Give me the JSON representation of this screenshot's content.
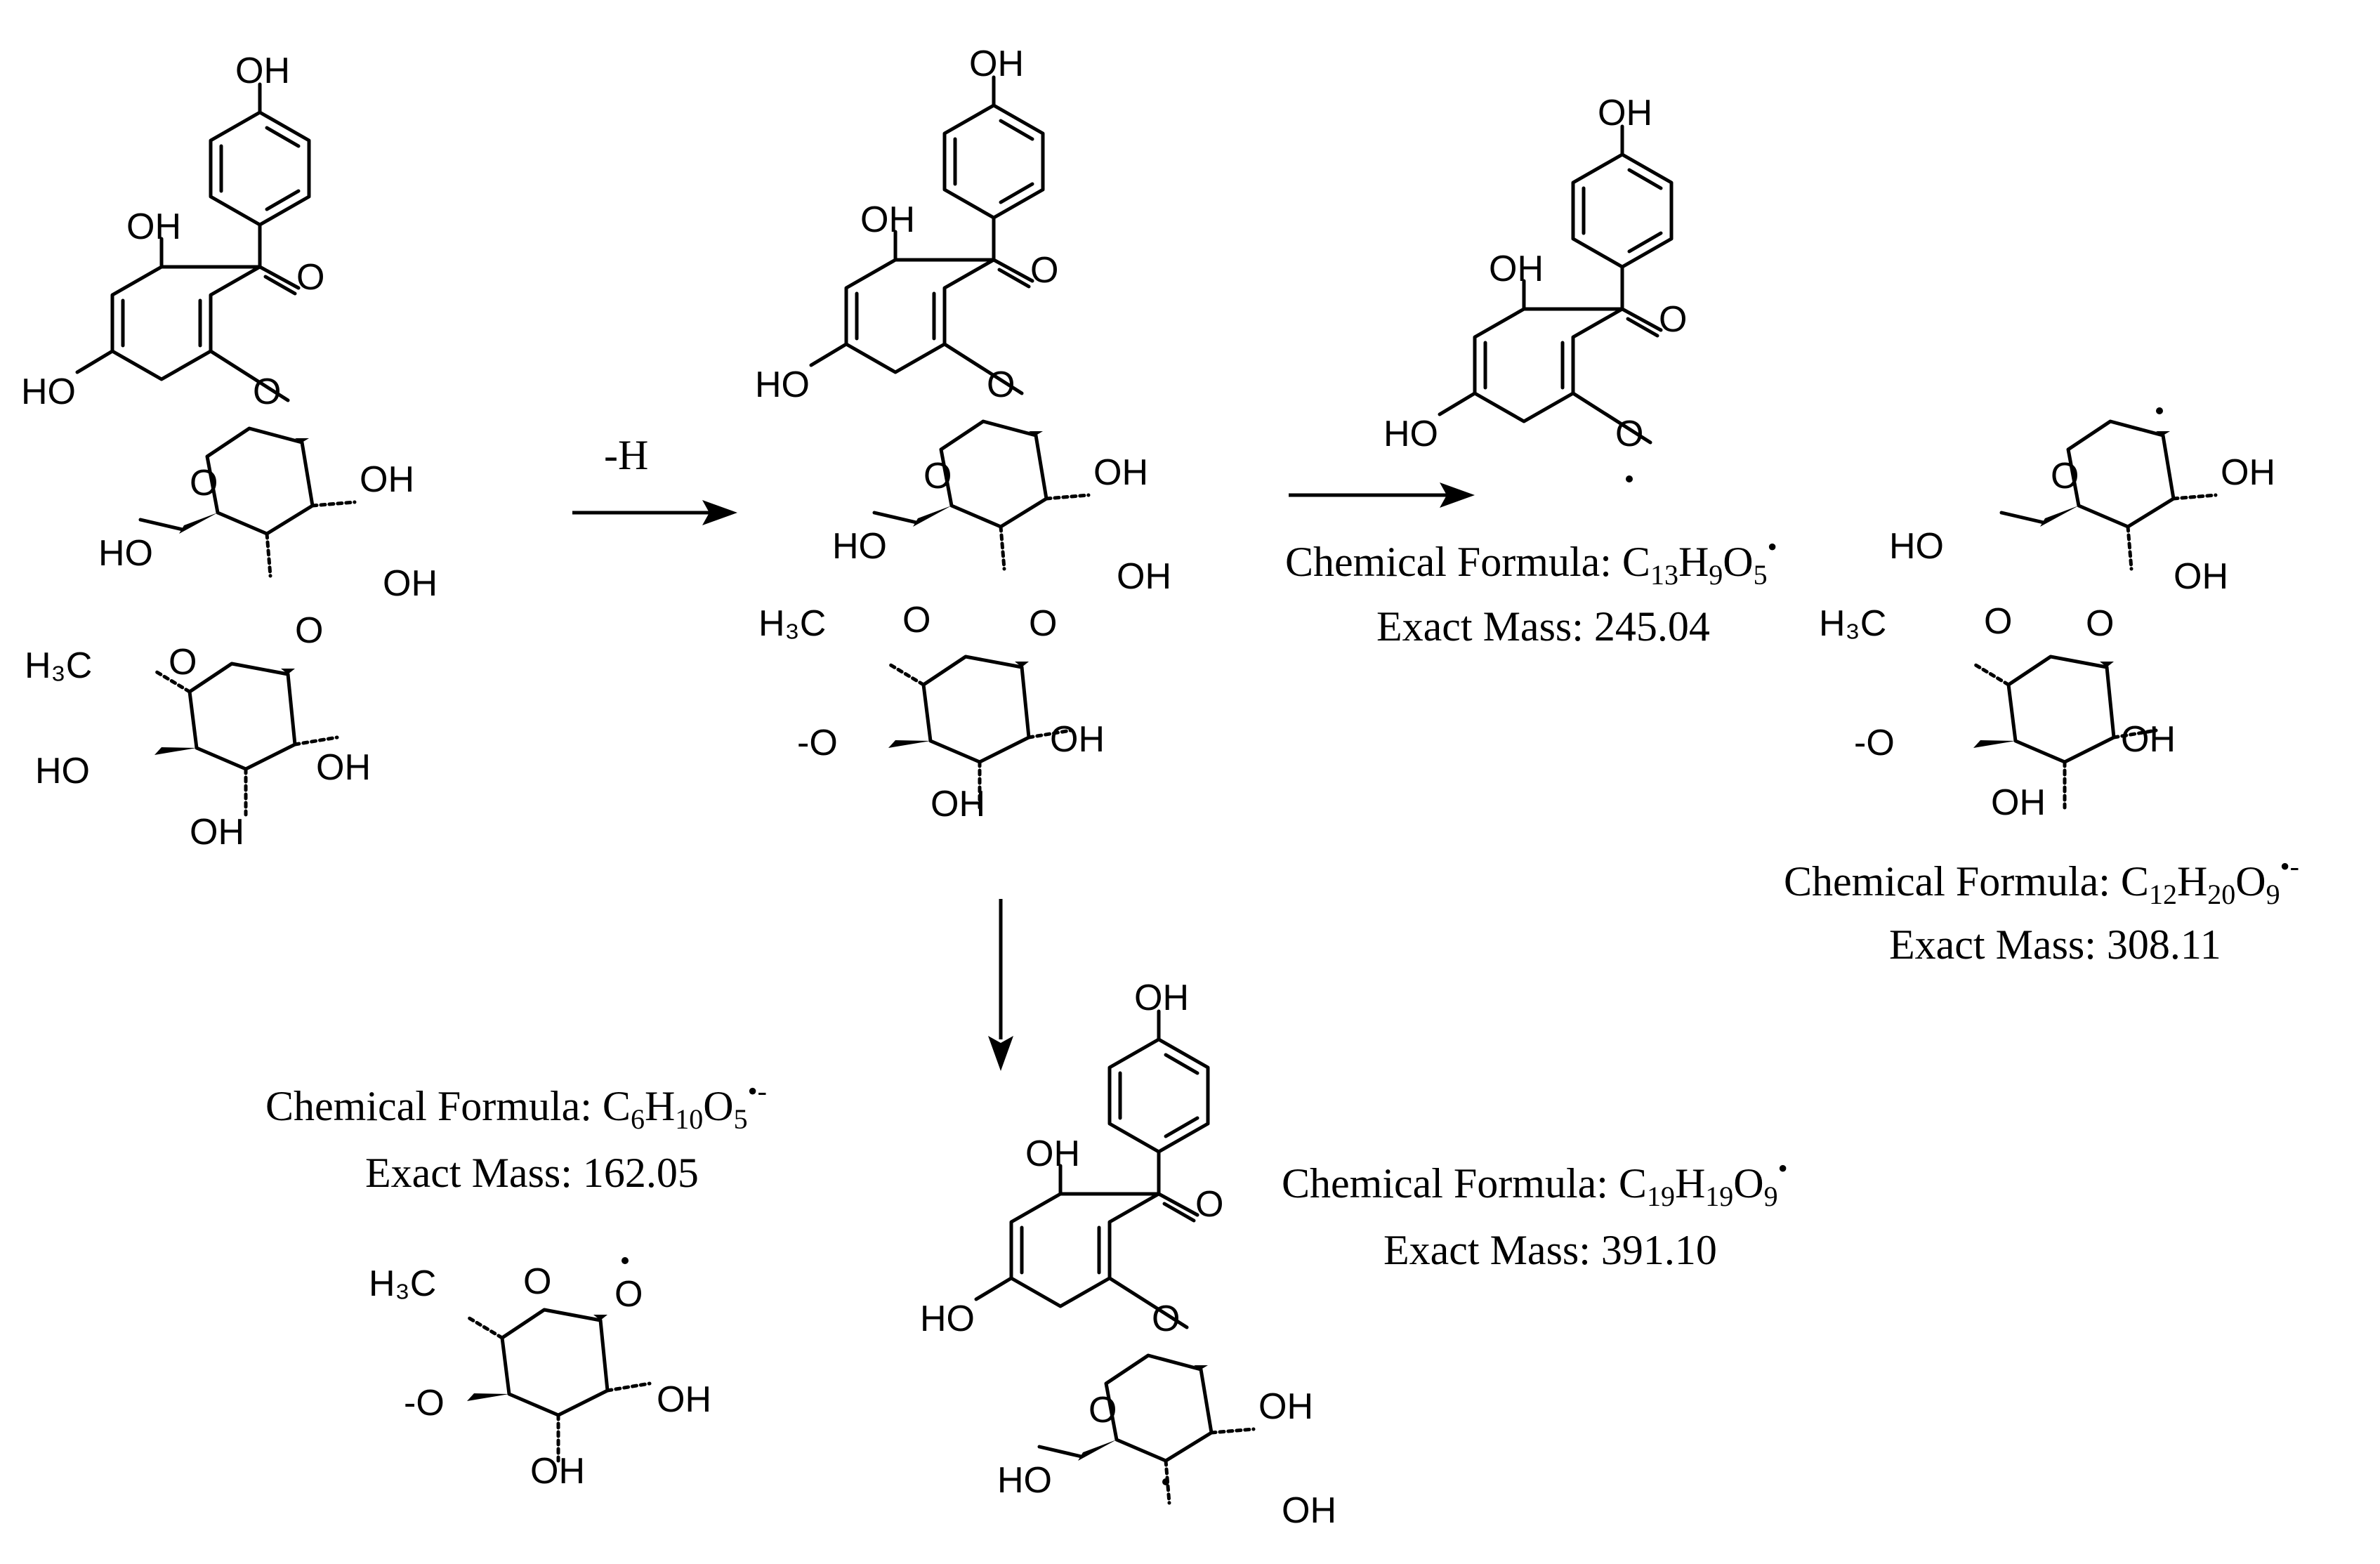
{
  "reaction": {
    "step_label": "-H"
  },
  "fragments": [
    {
      "formula_prefix": "Chemical Formula: ",
      "formula": [
        "C",
        "13",
        "H",
        "9",
        "O",
        "5"
      ],
      "charge": "•",
      "mass_label": "Exact Mass: 245.04"
    },
    {
      "formula_prefix": "Chemical Formula: ",
      "formula": [
        "C",
        "12",
        "H",
        "20",
        "O",
        "9"
      ],
      "charge": "•-",
      "mass_label": "Exact Mass: 308.11"
    },
    {
      "formula_prefix": "Chemical Formula: ",
      "formula": [
        "C",
        "6",
        "H",
        "10",
        "O",
        "5"
      ],
      "charge": "•-",
      "mass_label": "Exact Mass: 162.05"
    },
    {
      "formula_prefix": "Chemical Formula: ",
      "formula": [
        "C",
        "19",
        "H",
        "19",
        "O",
        "9"
      ],
      "charge": "•",
      "mass_label": "Exact Mass: 391.10"
    }
  ],
  "atom_labels": {
    "OH": "OH",
    "HO": "HO",
    "O": "O",
    "O_minus": "-O",
    "H3C": "H₃C"
  }
}
